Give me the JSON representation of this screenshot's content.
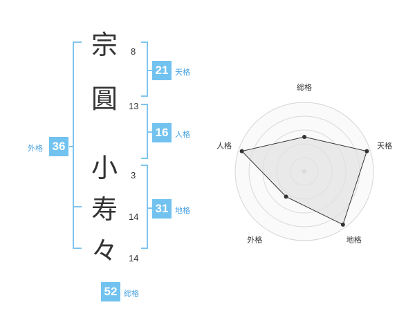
{
  "name_chars": [
    {
      "char": "宗",
      "strokes": "8"
    },
    {
      "char": "圓",
      "strokes": "13"
    },
    {
      "char": "小",
      "strokes": "3"
    },
    {
      "char": "寿",
      "strokes": "14"
    },
    {
      "char": "々",
      "strokes": "14"
    }
  ],
  "kaku": {
    "tenkaku": {
      "label": "天格",
      "value": "21"
    },
    "jinkaku": {
      "label": "人格",
      "value": "16"
    },
    "chikaku": {
      "label": "地格",
      "value": "31"
    },
    "gaikaku": {
      "label": "外格",
      "value": "36"
    },
    "soukaku": {
      "label": "総格",
      "value": "52"
    }
  },
  "colors": {
    "accent": "#72c2f0",
    "bracket": "#7fc4ee",
    "text": "#333333"
  },
  "chart_data": {
    "type": "radar",
    "axes": [
      "総格",
      "天格",
      "地格",
      "外格",
      "人格"
    ],
    "values": [
      0.5,
      0.95,
      0.95,
      0.45,
      0.95
    ],
    "rmax": 1,
    "rings": 5,
    "grid": true
  }
}
